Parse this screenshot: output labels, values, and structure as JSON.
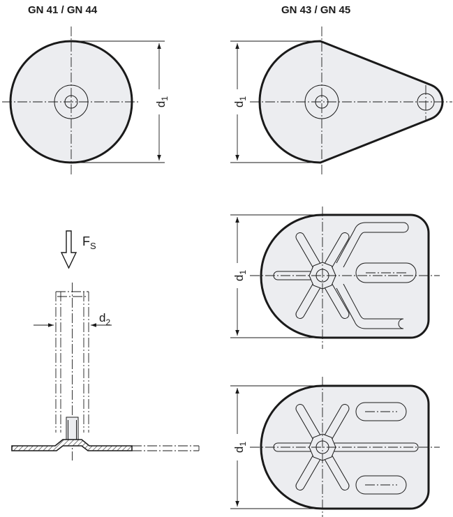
{
  "headers": {
    "left": "GN 41 / GN 44",
    "right": "GN 43 / GN 45"
  },
  "labels": {
    "d1": "d",
    "d1_sub": "1",
    "d2": "d",
    "d2_sub": "2",
    "fs": "F",
    "fs_sub": "S"
  },
  "colors": {
    "part_fill": "#ecedf0",
    "line": "#1a1a1a",
    "hatch": "#555555"
  }
}
